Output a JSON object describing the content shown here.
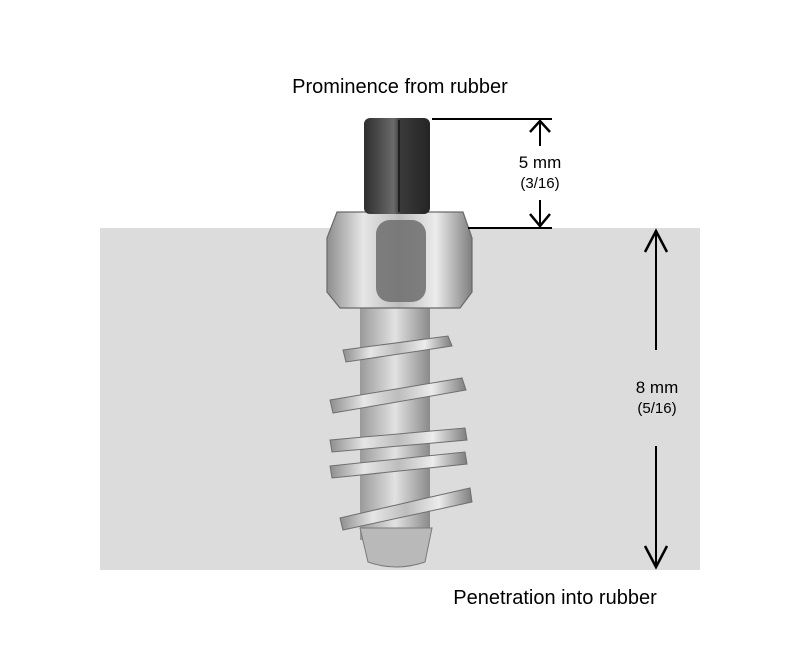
{
  "labels": {
    "top": "Prominence from rubber",
    "bottom": "Penetration into rubber"
  },
  "dimensions": {
    "prominence": {
      "metric": "5 mm",
      "imperial": "(3/16)"
    },
    "penetration": {
      "metric": "8 mm",
      "imperial": "(5/16)"
    }
  },
  "colors": {
    "rubber": "#dcdcdc",
    "pin": "#4a4a4a",
    "steel_body": "#c4c4c4",
    "dimension_lines": "#000000"
  }
}
